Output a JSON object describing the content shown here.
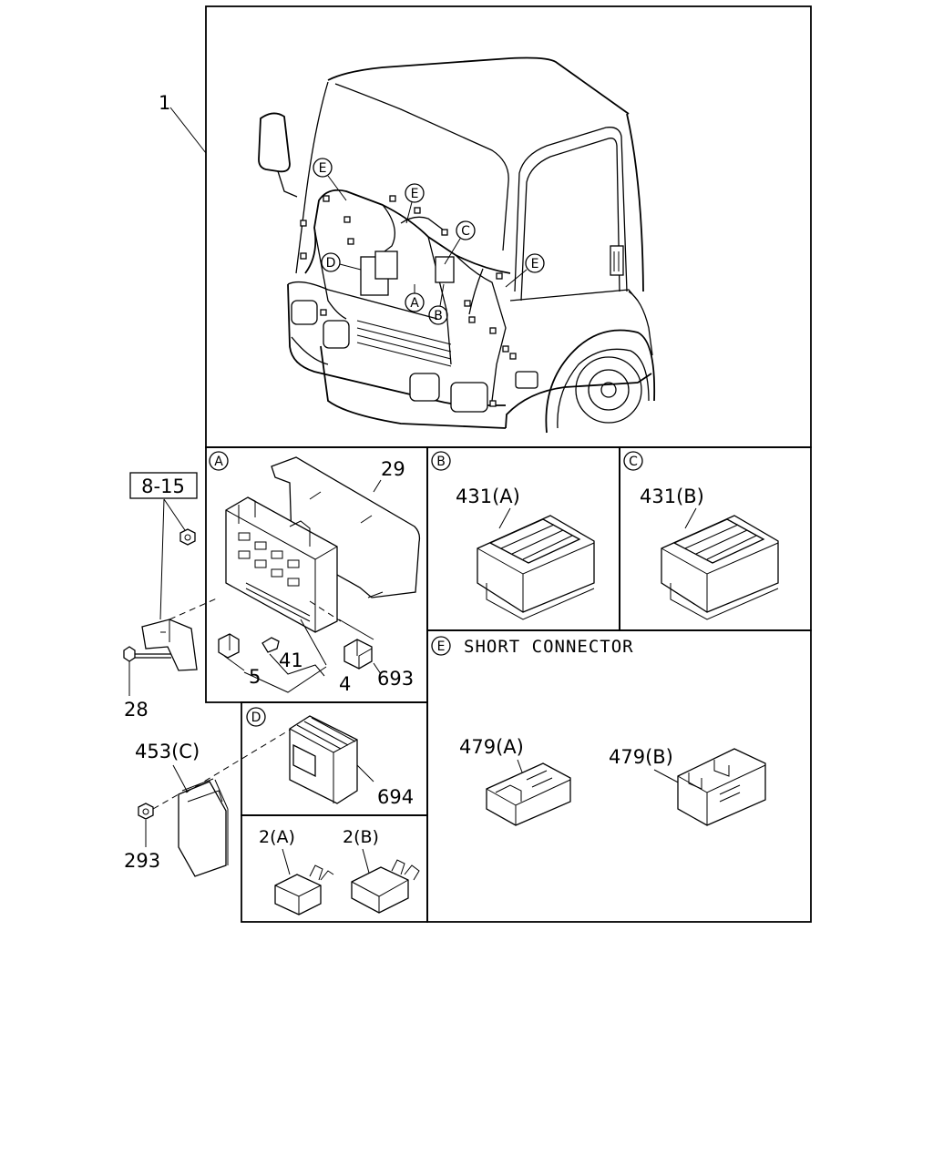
{
  "callouts": {
    "assembly": "1",
    "group_ref": "8-15",
    "bolt": "28",
    "nut_b": "293",
    "ecu": "453(C)",
    "cover": "29",
    "relay_small": "5",
    "fuse": "41",
    "fuse_box": "4",
    "relay_693": "693",
    "relay_431a": "431(A)",
    "relay_431b": "431(B)",
    "short_connector_title": "SHORT CONNECTOR",
    "connector_479a": "479(A)",
    "connector_479b": "479(B)",
    "module_694": "694",
    "relay_2a": "2(A)",
    "relay_2b": "2(B)"
  },
  "detail_letters": {
    "a": "A",
    "b": "B",
    "c": "C",
    "d": "D",
    "e": "E"
  }
}
